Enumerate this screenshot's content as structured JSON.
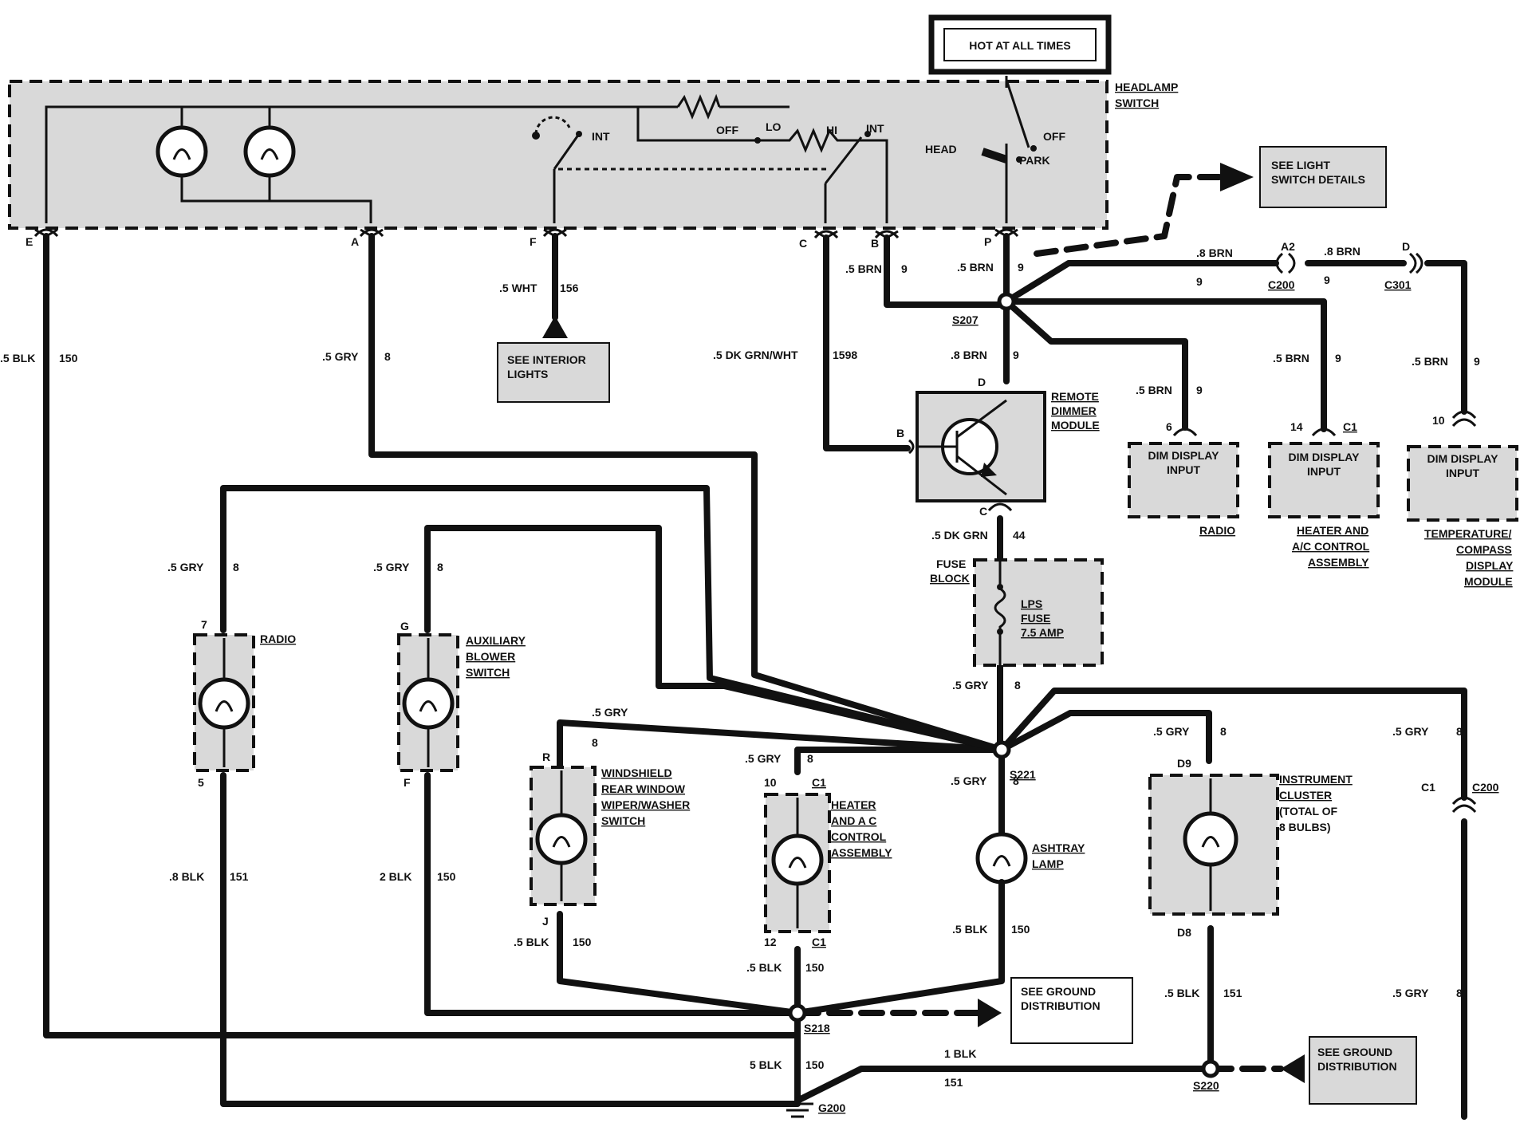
{
  "title_box": "HOT AT ALL TIMES",
  "headlamp_switch": {
    "name_1": "HEADLAMP",
    "name_2": "SWITCH",
    "positions": {
      "int_left": "INT",
      "off_top": "OFF",
      "lo": "LO",
      "hi": "HI",
      "int_right": "INT",
      "head": "HEAD",
      "park": "PARK",
      "off_right": "OFF"
    },
    "terminals": [
      "E",
      "A",
      "F",
      "C",
      "B",
      "P"
    ]
  },
  "references": {
    "light_switch": [
      "SEE LIGHT",
      "SWITCH DETAILS"
    ],
    "interior_lights": [
      "SEE INTERIOR",
      "LIGHTS"
    ],
    "ground_1": [
      "SEE GROUND",
      "DISTRIBUTION"
    ],
    "ground_2": [
      "SEE GROUND",
      "DISTRIBUTION"
    ]
  },
  "wires": {
    "e": {
      "gauge": ".5 BLK",
      "circuit": "150"
    },
    "a": {
      "gauge": ".5 GRY",
      "circuit": "8"
    },
    "f": {
      "gauge": ".5 WHT",
      "circuit": "156"
    },
    "c": {
      "gauge": ".5 DK GRN/WHT",
      "circuit": "1598"
    },
    "b": {
      "gauge": ".5 BRN",
      "circuit": "9"
    },
    "p": {
      "gauge": ".5 BRN",
      "circuit": "9"
    },
    "top_a2": {
      "gauge": ".8 BRN",
      "circuit": "9"
    },
    "top_d": {
      "gauge": ".8 BRN",
      "circuit": "9"
    },
    "dimmer_in": {
      "gauge": ".8 BRN",
      "circuit": "9"
    },
    "radio_dim": {
      "gauge": ".5 BRN",
      "circuit": "9"
    },
    "heater_dim": {
      "gauge": ".5 BRN",
      "circuit": "9"
    },
    "temp_dim": {
      "gauge": ".5 BRN",
      "circuit": "9"
    },
    "dimmer_out": {
      "gauge": ".5 DK GRN",
      "circuit": "44"
    },
    "fuse_out": {
      "gauge": ".5 GRY",
      "circuit": "8"
    },
    "radio_in": {
      "gauge": ".5 GRY",
      "circuit": "8"
    },
    "aux_in": {
      "gauge": ".5 GRY",
      "circuit": "8"
    },
    "wiper_in": {
      "gauge": ".5 GRY",
      "circuit": "8"
    },
    "heater_in": {
      "gauge": ".5 GRY",
      "circuit": "8"
    },
    "ashtray_in": {
      "gauge": ".5 GRY",
      "circuit": "8"
    },
    "cluster_in": {
      "gauge": ".5 GRY",
      "circuit": "8"
    },
    "right_gry": {
      "gauge": ".5 GRY",
      "circuit": "8"
    },
    "right_gry_low": {
      "gauge": ".5 GRY",
      "circuit": "8"
    },
    "radio_out": {
      "gauge": ".8 BLK",
      "circuit": "151"
    },
    "aux_out": {
      "gauge": "2 BLK",
      "circuit": "150"
    },
    "wiper_out": {
      "gauge": ".5 BLK",
      "circuit": "150"
    },
    "heater_out": {
      "gauge": ".5 BLK",
      "circuit": "150"
    },
    "ashtray_out": {
      "gauge": ".5 BLK",
      "circuit": "150"
    },
    "cluster_out": {
      "gauge": ".5 BLK",
      "circuit": "151"
    },
    "s218_g200": {
      "gauge": "5 BLK",
      "circuit": "150"
    },
    "g200_s220": {
      "gauge": "1 BLK",
      "circuit": "151"
    }
  },
  "connectors": {
    "a2": "A2",
    "c200_top": "C200",
    "d": "D",
    "c301": "C301",
    "c1_right": "C1",
    "c200_right": "C200"
  },
  "splices": {
    "s207": "S207",
    "s221": "S221",
    "s218": "S218",
    "s220": "S220"
  },
  "ground": "G200",
  "remote_dimmer": {
    "name": [
      "REMOTE",
      "DIMMER",
      "MODULE"
    ],
    "pin_d": "D",
    "pin_b": "B",
    "pin_c": "C"
  },
  "fuse_block": {
    "label": [
      "FUSE",
      "BLOCK"
    ],
    "fuse": [
      "LPS",
      "FUSE",
      "7.5 AMP"
    ]
  },
  "dim_displays": [
    {
      "text": [
        "DIM DISPLAY",
        "INPUT"
      ],
      "pin": "6",
      "conn": "",
      "caption": [
        "RADIO"
      ]
    },
    {
      "text": [
        "DIM DISPLAY",
        "INPUT"
      ],
      "pin": "14",
      "conn": "C1",
      "caption": [
        "HEATER AND",
        "A/C CONTROL",
        "ASSEMBLY"
      ]
    },
    {
      "text": [
        "DIM DISPLAY",
        "INPUT"
      ],
      "pin": "10",
      "conn": "",
      "caption": [
        "TEMPERATURE/",
        "COMPASS",
        "DISPLAY",
        "MODULE"
      ]
    }
  ],
  "lamps": {
    "radio": {
      "name": [
        "RADIO"
      ],
      "pin_top": "7",
      "pin_bottom": "5"
    },
    "aux": {
      "name": [
        "AUXILIARY",
        "BLOWER",
        "SWITCH"
      ],
      "pin_top": "G",
      "pin_bottom": "F"
    },
    "wiper": {
      "name": [
        "WINDSHIELD",
        "REAR WINDOW",
        "WIPER/WASHER",
        "SWITCH"
      ],
      "pin_top": "R",
      "pin_bottom": "J"
    },
    "heater": {
      "name": [
        "HEATER",
        "AND A C",
        "CONTROL",
        "ASSEMBLY"
      ],
      "pin_top": "10",
      "conn_top": "C1",
      "pin_bottom": "12",
      "conn_bottom": "C1"
    },
    "ashtray": {
      "name": [
        "ASHTRAY",
        "LAMP"
      ]
    },
    "cluster": {
      "name": [
        "INSTRUMENT",
        "CLUSTER",
        "(TOTAL OF",
        "8 BULBS)"
      ],
      "pin_top": "D9",
      "pin_bottom": "D8"
    }
  }
}
